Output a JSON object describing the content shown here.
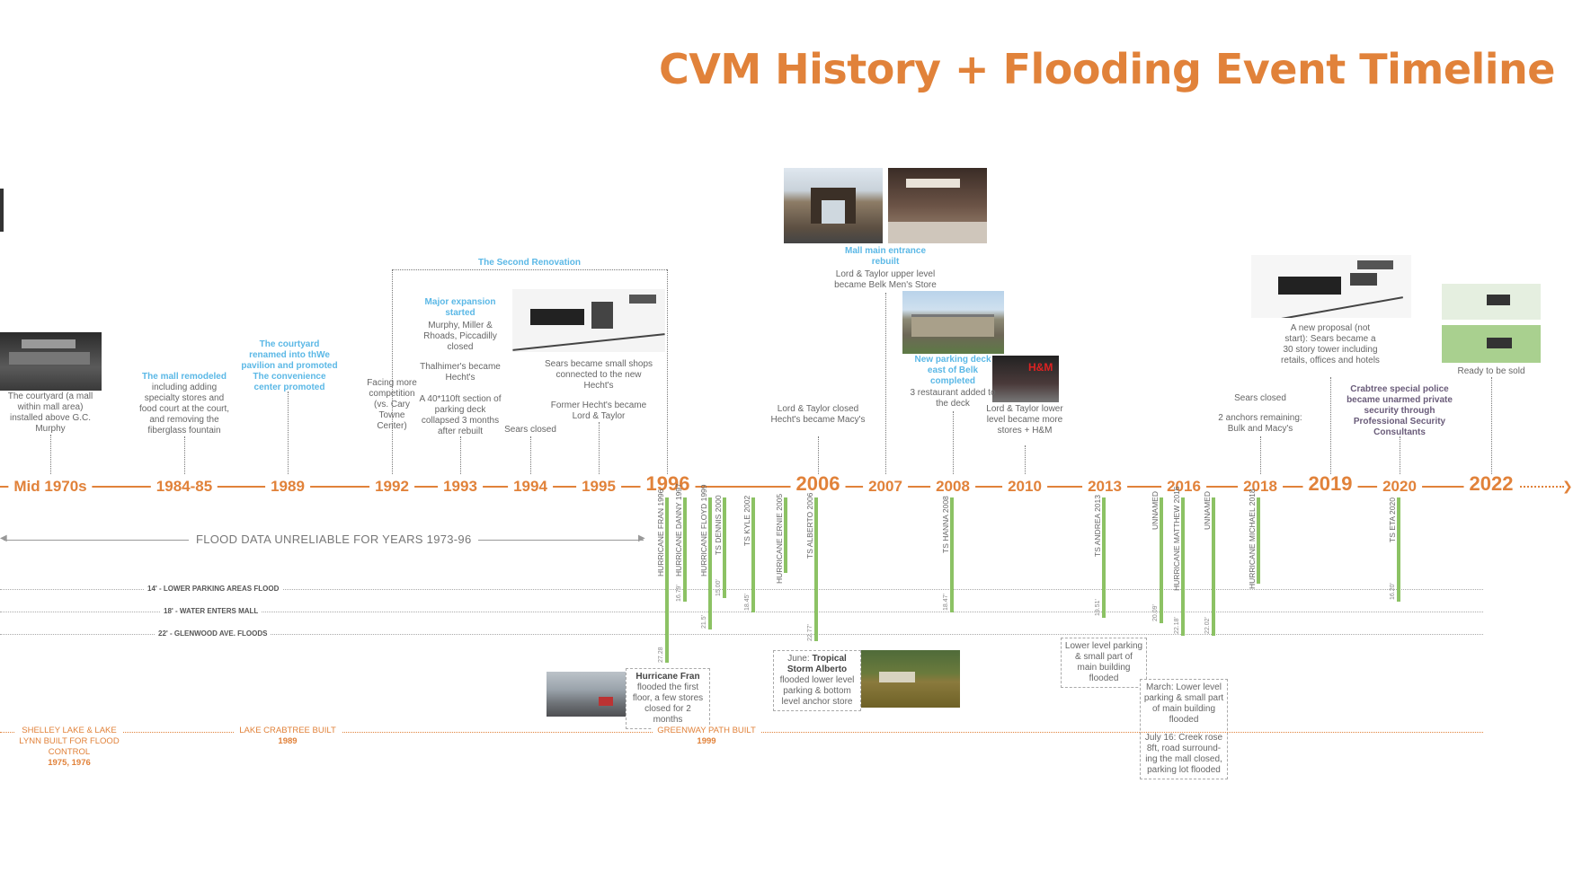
{
  "title": "CVM History + Flooding Event Timeline",
  "timeline": {
    "years": [
      {
        "id": "mid1970s",
        "label": "Mid 1970s",
        "big": false
      },
      {
        "id": "1984",
        "label": "1984-85",
        "big": false
      },
      {
        "id": "1989",
        "label": "1989",
        "big": false
      },
      {
        "id": "1992",
        "label": "1992",
        "big": false
      },
      {
        "id": "1993",
        "label": "1993",
        "big": false
      },
      {
        "id": "1994",
        "label": "1994",
        "big": false
      },
      {
        "id": "1995",
        "label": "1995",
        "big": false
      },
      {
        "id": "1996",
        "label": "1996",
        "big": true
      },
      {
        "id": "2006",
        "label": "2006",
        "big": true
      },
      {
        "id": "2007",
        "label": "2007",
        "big": false
      },
      {
        "id": "2008",
        "label": "2008",
        "big": false
      },
      {
        "id": "2010",
        "label": "2010",
        "big": false
      },
      {
        "id": "2013",
        "label": "2013",
        "big": false
      },
      {
        "id": "2016",
        "label": "2016",
        "big": false
      },
      {
        "id": "2018",
        "label": "2018",
        "big": false
      },
      {
        "id": "2019",
        "label": "2019",
        "big": true
      },
      {
        "id": "2020",
        "label": "2020",
        "big": false
      },
      {
        "id": "2022",
        "label": "2022",
        "big": true
      }
    ]
  },
  "notes": {
    "courtyard": "The courtyard (a mall within mall area) installed above G.C. Murphy",
    "remodel_title": "The mall remodeled",
    "remodel_body": "including adding specialty stores and food court at the court, and removing the fiberglass fountain",
    "pavilion": "The courtyard renamed into thWe pavilion and promoted The convenience center promoted",
    "competition": "Facing more competition (vs. Cary Towne Center)",
    "second_renovation": "The Second Renovation",
    "major_title": "Major expansion started",
    "major_body": "Murphy, Miller & Rhoads, Piccadilly closed",
    "thalhimer": "Thalhimer's became Hecht's",
    "parking_collapse": "A 40*110ft section of parking deck collapsed 3 months after rebuilt",
    "sears_closed_1994": "Sears closed",
    "sears_small": "Sears became small shops connected to the new Hecht's",
    "former_hecht": "Former Hecht's became Lord & Taylor",
    "entrance_rebuilt": "Mall main entrance rebuilt",
    "lt_upper": "Lord & Taylor upper level became Belk Men's Store",
    "lt_closed": "Lord & Taylor closed Hecht's became Macy's",
    "new_deck_title": "New parking deck east of Belk completed",
    "new_deck_body": "3 restaurant added to the deck",
    "lt_lower": "Lord & Taylor lower level became more stores + H&M",
    "sears_2018": "Sears closed",
    "anchors": "2 anchors remaining: Bulk and Macy's",
    "proposal": "A new proposal (not start): Sears became a 30 story tower including retails, offices and hotels",
    "crabtree_police": "Crabtree special police became unarmed private security through Professional Security Consultants",
    "ready_sold": "Ready to be sold"
  },
  "flood_data_note": "FLOOD DATA UNRELIABLE FOR YEARS 1973-96",
  "flood_levels": [
    {
      "label": "14' - LOWER PARKING AREAS FLOOD"
    },
    {
      "label": "18' - WATER ENTERS MALL"
    },
    {
      "label": "22' - GLENWOOD AVE. FLOODS"
    }
  ],
  "storms": [
    {
      "name": "HURRICANE FRAN 1996",
      "value": "27.28"
    },
    {
      "name": "HURRICANE DANNY 1997",
      "value": "16.79'"
    },
    {
      "name": "HURRICANE FLOYD 1999",
      "value": "21.5'"
    },
    {
      "name": "TS DENNIS 2000",
      "value": "15.00'"
    },
    {
      "name": "TS KYLE 2002",
      "value": "18.45'"
    },
    {
      "name": "HURRICANE ERNIE 2005",
      "value": ""
    },
    {
      "name": "TS ALBERTO 2006",
      "value": "22.77'"
    },
    {
      "name": "TS HANNA 2008",
      "value": "18.47'"
    },
    {
      "name": "TS ANDREA 2013",
      "value": "19.51'"
    },
    {
      "name": "UNNAMED",
      "value": "20.09'"
    },
    {
      "name": "HURRICANE MATTHEW 2016",
      "value": "22.18'"
    },
    {
      "name": "UNNAMED",
      "value": "22.02'"
    },
    {
      "name": "HURRICANE MICHAEL 2018",
      "value": ""
    },
    {
      "name": "TS ETA 2020",
      "value": "16.20'"
    }
  ],
  "flood_boxes": {
    "fran_title": "Hurricane Fran",
    "fran_body": "flooded the first floor, a few stores closed for 2 months",
    "alberto_pre": "June: ",
    "alberto_title": "Tropical Storm Alberto",
    "alberto_body": "flooded lower level parking & bottom level anchor store",
    "flood_2013": "Lower level parking & small part of main building flooded",
    "flood_2016_a": "March: Lower level parking & small part of main building flooded",
    "flood_2016_b": "July 16: Creek rose 8ft, road surround-ing the mall closed, parking lot flooded"
  },
  "infrastructure": {
    "shelley": "SHELLEY LAKE & LAKE LYNN BUILT FOR FLOOD CONTROL",
    "shelley_year": "1975, 1976",
    "crabtree": "LAKE CRABTREE BUILT",
    "crabtree_year": "1989",
    "greenway": "GREENWAY PATH BUILT",
    "greenway_year": "1999"
  },
  "colors": {
    "accent": "#E1823A",
    "blue": "#5BB8E6",
    "green": "#8CC264"
  }
}
